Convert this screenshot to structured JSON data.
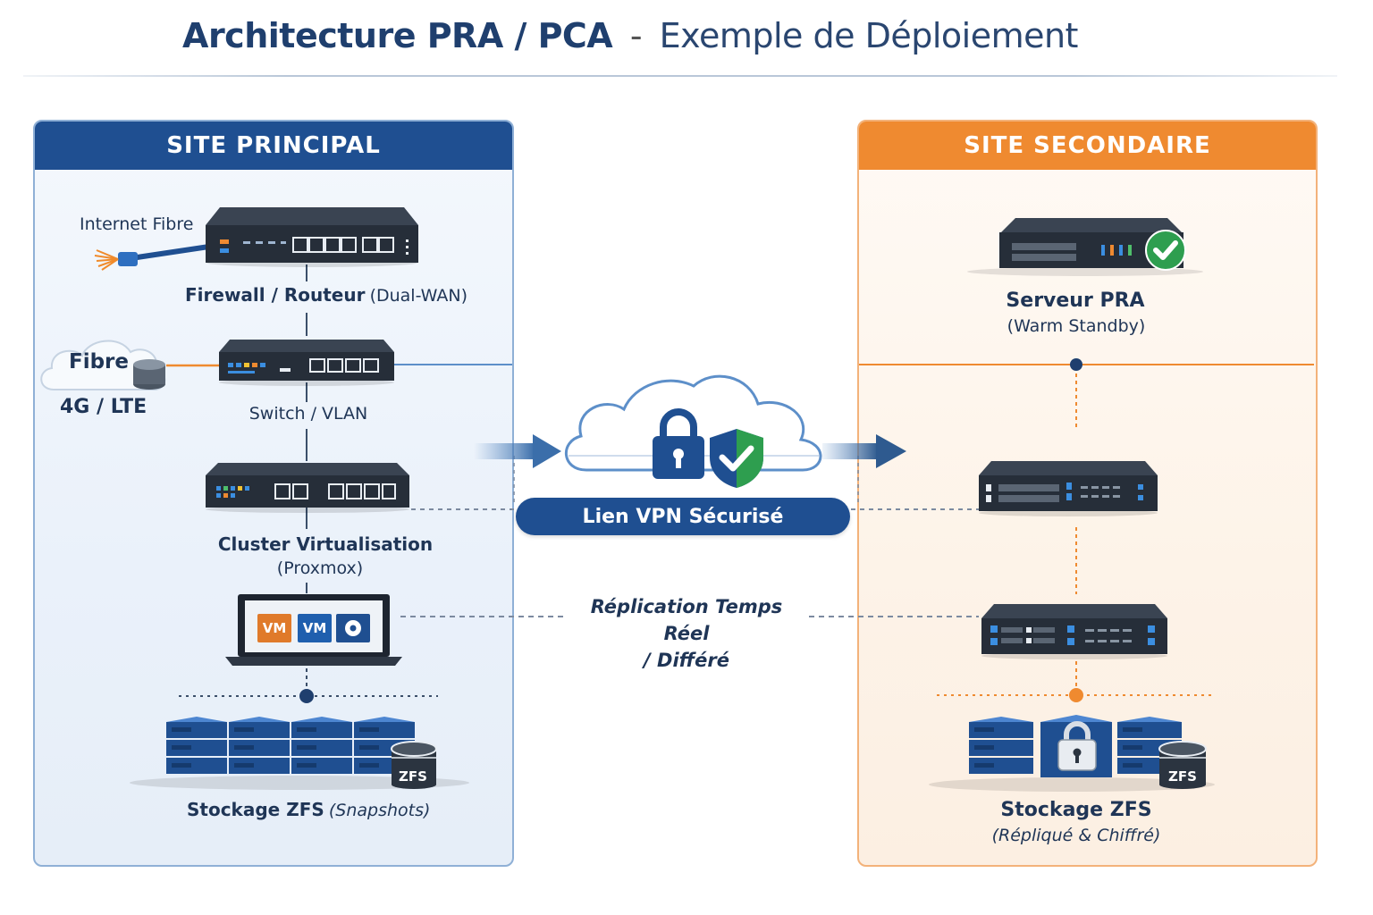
{
  "title": {
    "bold": "Architecture PRA / PCA",
    "separator": "-",
    "light": "Exemple de Déploiement"
  },
  "colors": {
    "primary_blue": "#1f4f91",
    "secondary_orange": "#ef8a30",
    "success_green": "#2e9e4f",
    "device_dark": "#2b3440"
  },
  "site_principal": {
    "header": "SITE PRINCIPAL",
    "internet_label": "Internet Fibre",
    "firewall": {
      "name": "Firewall / Routeur",
      "detail": "(Dual-WAN)"
    },
    "wan_cloud": {
      "primary": "Fibre",
      "backup": "4G / LTE"
    },
    "switch": {
      "label": "Switch / VLAN"
    },
    "cluster": {
      "name": "Cluster Virtualisation",
      "detail": "(Proxmox)"
    },
    "vms": [
      "VM",
      "VM"
    ],
    "storage": {
      "name": "Stockage ZFS",
      "detail": "(Snapshots)",
      "badge": "ZFS"
    }
  },
  "site_secondaire": {
    "header": "SITE SECONDAIRE",
    "server": {
      "name": "Serveur PRA",
      "detail": "(Warm Standby)"
    },
    "storage": {
      "name": "Stockage ZFS",
      "detail": "(Répliqué & Chiffré)",
      "badge": "ZFS"
    }
  },
  "link": {
    "vpn_label": "Lien VPN Sécurisé",
    "replication_line1": "Réplication Temps Réel",
    "replication_line2": "/ Différé"
  },
  "icons": [
    "fiber-cable-icon",
    "cloud-icon",
    "lock-icon",
    "shield-check-icon",
    "check-badge-icon",
    "vm-icon",
    "gear-icon",
    "storage-block-icon",
    "zfs-disk-icon",
    "arrow-right-icon"
  ]
}
